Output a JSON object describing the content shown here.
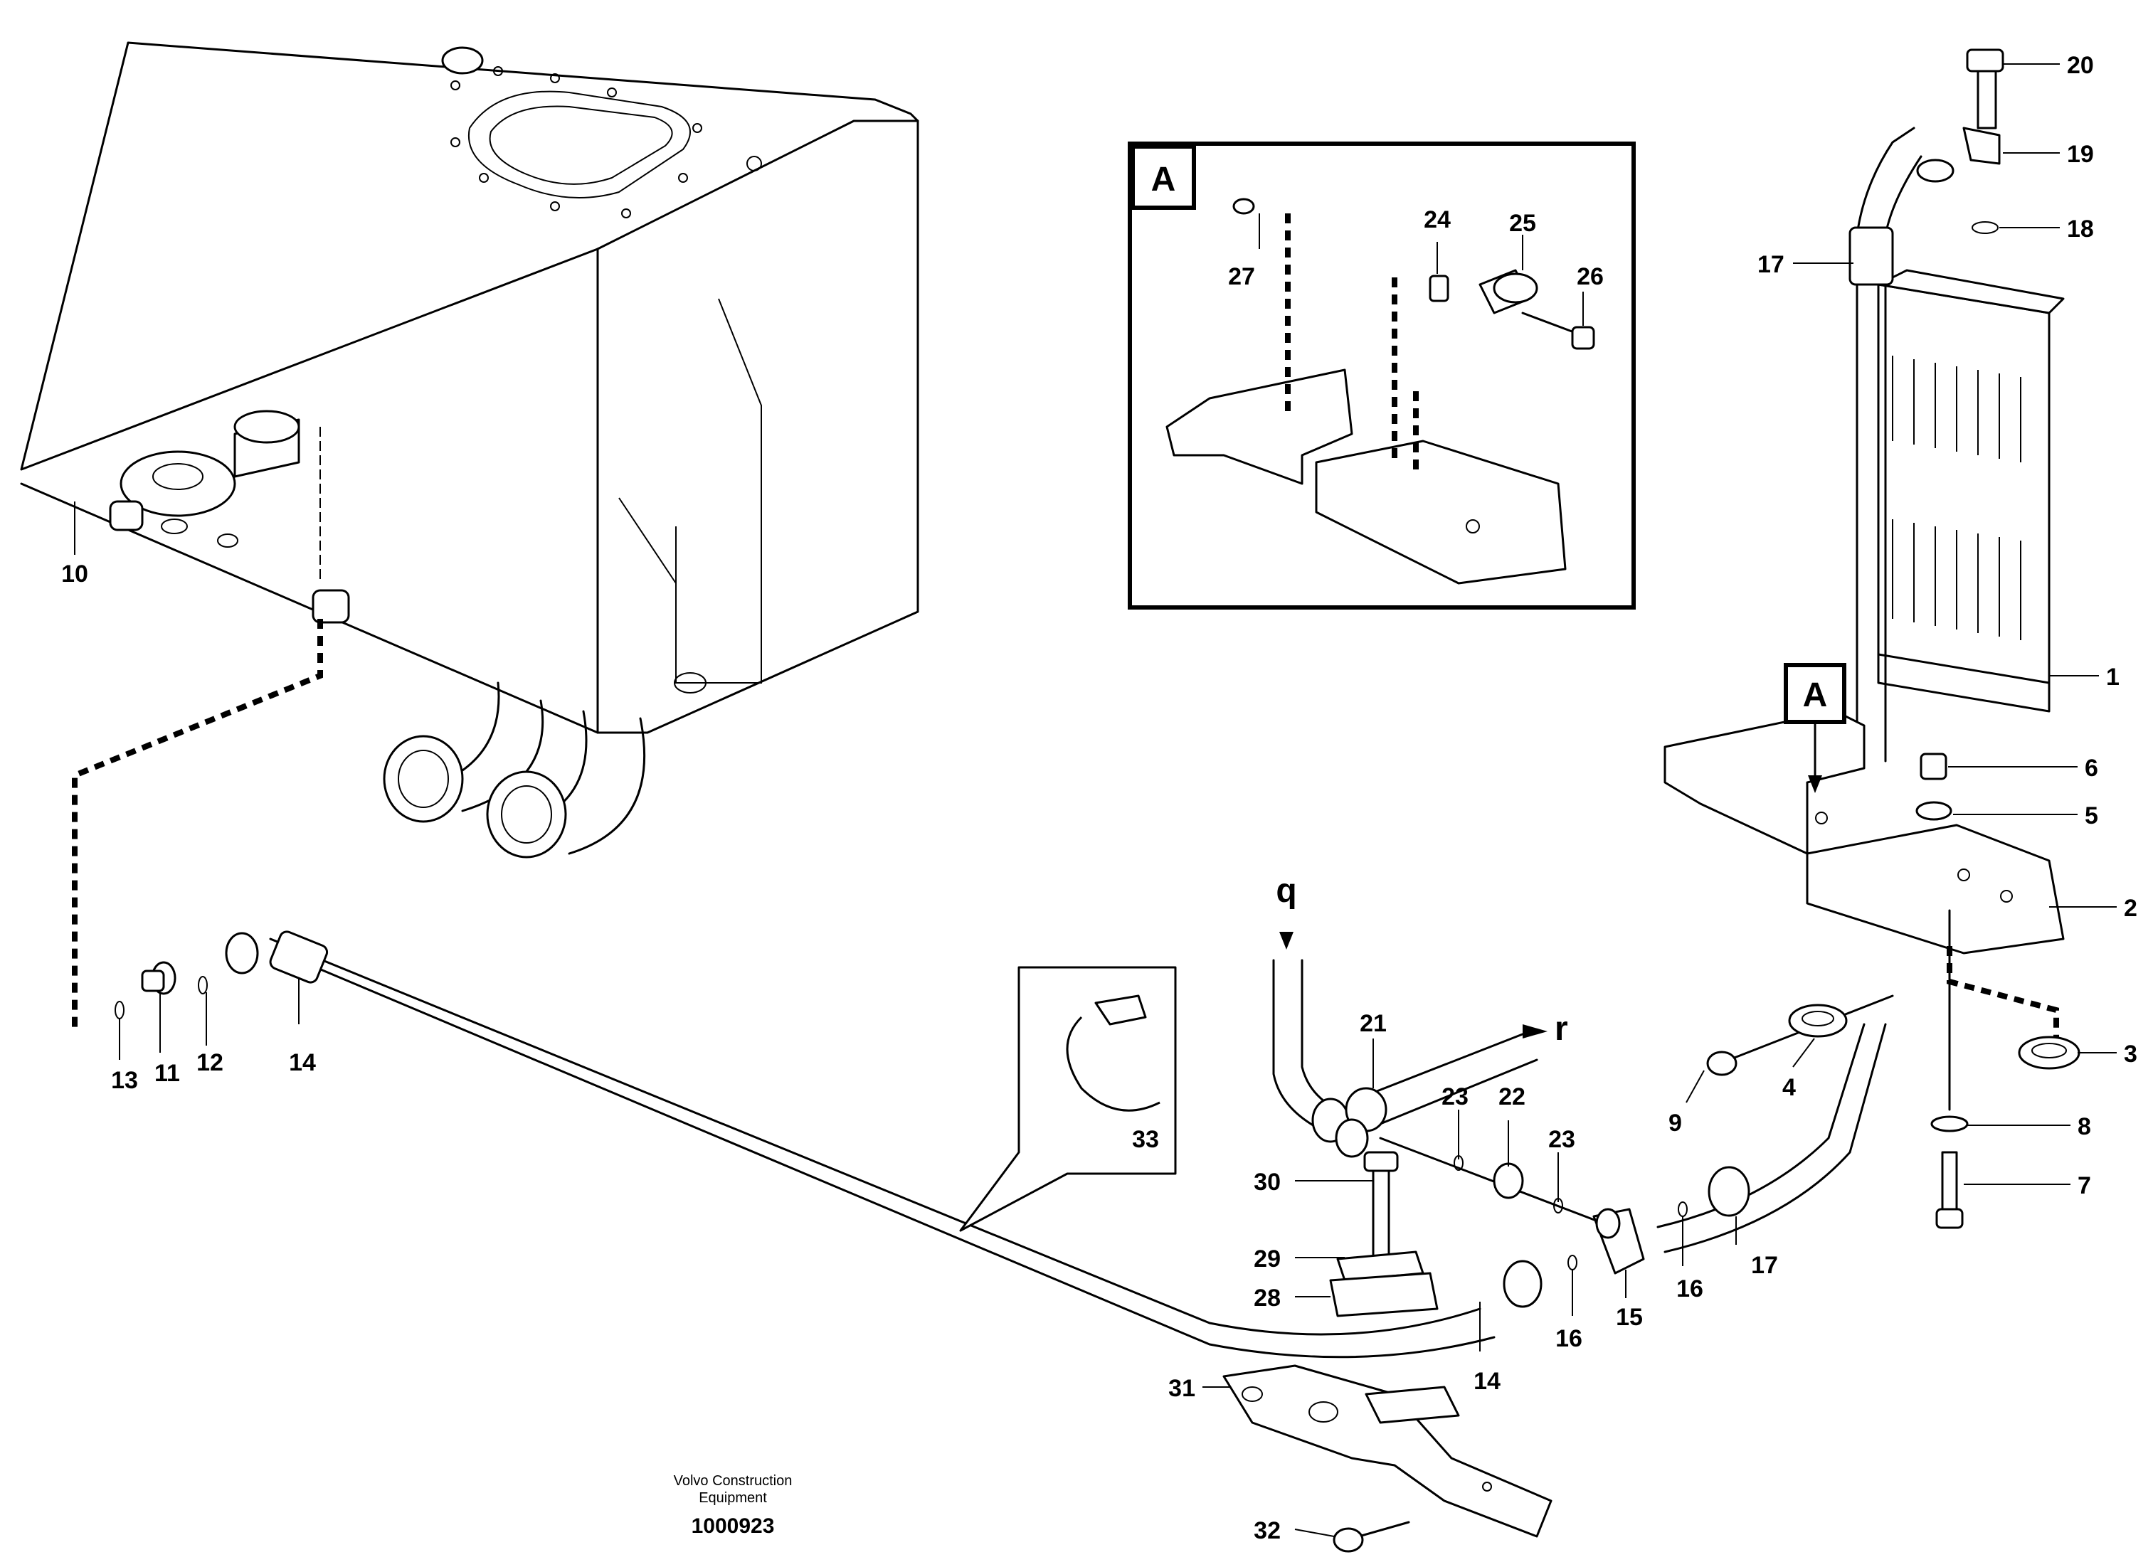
{
  "diagram": {
    "detail_box_label": "A",
    "detail_marker_label": "A",
    "flow_labels": {
      "q": "q",
      "r": "r"
    },
    "footer": {
      "company_line1": "Volvo Construction",
      "company_line2": "Equipment",
      "drawing_number": "1000923"
    },
    "callouts": {
      "c1": "1",
      "c2": "2",
      "c3": "3",
      "c4": "4",
      "c5": "5",
      "c6": "6",
      "c7": "7",
      "c8": "8",
      "c9": "9",
      "c10": "10",
      "c11": "11",
      "c12": "12",
      "c13": "13",
      "c14a": "14",
      "c14b": "14",
      "c15": "15",
      "c16a": "16",
      "c16b": "16",
      "c17a": "17",
      "c17b": "17",
      "c18": "18",
      "c19": "19",
      "c20": "20",
      "c21": "21",
      "c22": "22",
      "c23a": "23",
      "c23b": "23",
      "c24": "24",
      "c25": "25",
      "c26": "26",
      "c27": "27",
      "c28": "28",
      "c29": "29",
      "c30": "30",
      "c31": "31",
      "c32": "32",
      "c33": "33"
    }
  }
}
